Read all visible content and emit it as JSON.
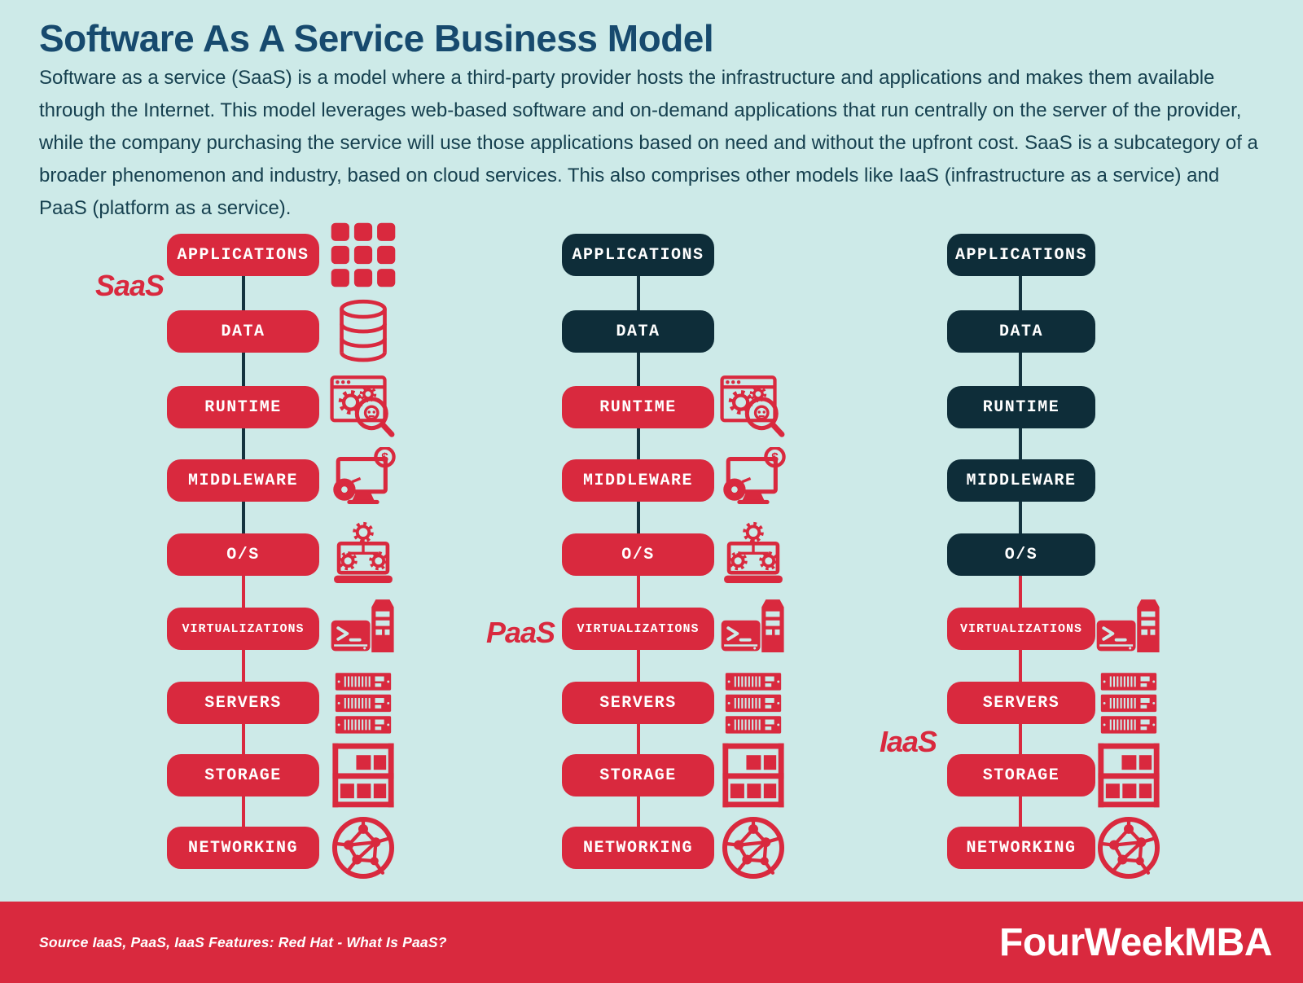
{
  "page": {
    "background_color": "#cdeae8",
    "accent_red": "#d9293e",
    "dark_navy": "#0e2d39",
    "title_color": "#174a6e",
    "body_text_color": "#16404f"
  },
  "header": {
    "title": "Software As A Service Business Model",
    "paragraph": "Software as a service (SaaS) is a model where a third-party provider hosts the infrastructure and applications and makes them available through the Internet. This model leverages web-based software and on-demand applications that run centrally on the server of the provider, while the company purchasing the service will use those applications based on need and without the upfront cost. SaaS is a subcategory of a broader phenomenon and industry, based on cloud services. This also comprises other models like IaaS (infrastructure as a service) and PaaS (platform as a service)."
  },
  "diagram": {
    "layers": [
      "APPLICATIONS",
      "DATA",
      "RUNTIME",
      "MIDDLEWARE",
      "O/S",
      "VIRTUALIZATIONS",
      "SERVERS",
      "STORAGE",
      "NETWORKING"
    ],
    "icons": [
      "apps-grid-icon",
      "database-icon",
      "runtime-icon",
      "middleware-icon",
      "os-icon",
      "virtualization-icon",
      "servers-icon",
      "storage-icon",
      "networking-icon"
    ],
    "red_means": "managed layer shown in red",
    "dark_means": "layer shown in dark navy",
    "columns": [
      {
        "label": "SaaS",
        "dark_layers": 0,
        "icons_from": 0
      },
      {
        "label": "PaaS",
        "dark_layers": 2,
        "icons_from": 2
      },
      {
        "label": "IaaS",
        "dark_layers": 5,
        "icons_from": 5
      }
    ]
  },
  "footer": {
    "source": "Source IaaS, PaaS, IaaS Features: Red Hat - What Is PaaS?",
    "brand": "FourWeekMBA"
  }
}
